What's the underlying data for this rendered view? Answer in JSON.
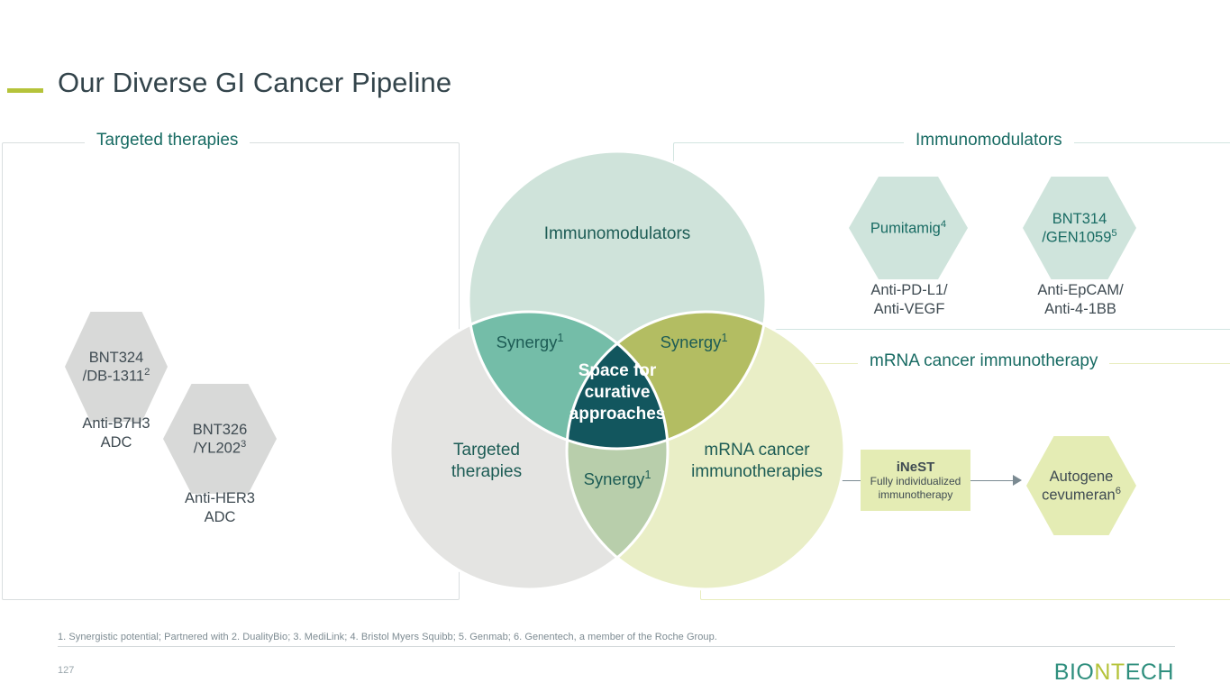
{
  "slide": {
    "title": "Our Diverse GI Cancer Pipeline",
    "page_number": "127",
    "footnote": "1. Synergistic potential; Partnered with 2. DualityBio; 3. MediLink; 4. Bristol Myers Squibb; 5. Genmab; 6. Genentech, a member of the Roche Group.",
    "logo": {
      "part1": "BIO",
      "part2": "NT",
      "part3": "ECH"
    }
  },
  "colors": {
    "title_rule": "#b5c33a",
    "heading_teal": "#186b63",
    "hex_gray": "#d8d9d8",
    "hex_mint": "#cfe4dc",
    "hex_lime": "#e4ecb4",
    "venn_immuno": "#cfe3da",
    "venn_targeted": "#e4e4e2",
    "venn_mrna": "#e9eec6",
    "venn_overlap_left": "#74bda8",
    "venn_overlap_right": "#b3bd62",
    "venn_overlap_bottom": "#b8ceab",
    "venn_center": "#12565e"
  },
  "frames": [
    {
      "id": "targeted",
      "label": "Targeted therapies"
    },
    {
      "id": "immunomodulators",
      "label": "Immunomodulators"
    },
    {
      "id": "mrna",
      "label": "mRNA cancer immunotherapy"
    }
  ],
  "targeted_therapies": {
    "hexagons": [
      {
        "name_line1": "BNT324",
        "name_line2": "/DB-1311",
        "sup": "2",
        "caption": "Anti-B7H3\nADC"
      },
      {
        "name_line1": "BNT326",
        "name_line2": "/YL202",
        "sup": "3",
        "caption": "Anti-HER3\nADC"
      }
    ]
  },
  "immunomodulators": {
    "hexagons": [
      {
        "name_line1": "Pumitamig",
        "name_line2": "",
        "sup": "4",
        "caption": "Anti-PD-L1/\nAnti-VEGF"
      },
      {
        "name_line1": "BNT314",
        "name_line2": "/GEN1059",
        "sup": "5",
        "caption": "Anti-EpCAM/\nAnti-4-1BB"
      }
    ]
  },
  "mrna_cancer_immunotherapy": {
    "inest": {
      "title": "iNeST",
      "subtitle": "Fully individualized\nimmunotherapy"
    },
    "product": {
      "name_line1": "Autogene",
      "name_line2": "cevumeran",
      "sup": "6"
    }
  },
  "venn": {
    "circles": [
      {
        "id": "immunomodulators",
        "label": "Immunomodulators"
      },
      {
        "id": "targeted",
        "label": "Targeted\ntherapies"
      },
      {
        "id": "mrna",
        "label": "mRNA cancer\nimmunotherapies"
      }
    ],
    "overlaps": [
      {
        "id": "left",
        "label": "Synergy",
        "sup": "1"
      },
      {
        "id": "right",
        "label": "Synergy",
        "sup": "1"
      },
      {
        "id": "bottom",
        "label": "Synergy",
        "sup": "1"
      }
    ],
    "center": {
      "label": "Space for\ncurative\napproaches"
    }
  }
}
